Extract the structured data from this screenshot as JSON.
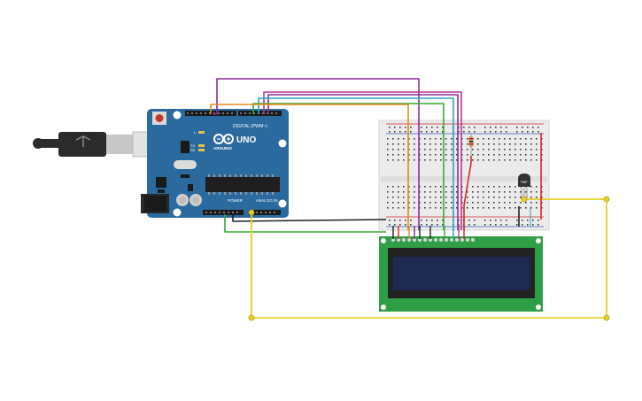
{
  "colors": {
    "background": "#ffffff",
    "arduino_board": "#2b6a9e",
    "arduino_dark": "#1f4f78",
    "breadboard": "#ebebeb",
    "breadboard_hole": "#3a3a3a",
    "rail_red": "#d9262b",
    "rail_blue": "#3a5fb8",
    "lcd_pcb": "#2e9f44",
    "lcd_frame": "#222222",
    "lcd_screen": "#1f2a52",
    "sensor": "#333333",
    "wire_purple": "#8a2a9b",
    "wire_magenta": "#b3369a",
    "wire_teal": "#2ea3b8",
    "wire_orange": "#e08a1c",
    "wire_green": "#3aaa35",
    "wire_yellow": "#e6d02a",
    "wire_black": "#222222",
    "wire_red": "#d9262b"
  },
  "arduino": {
    "logo": "ARDUINO",
    "model": "UNO",
    "digital_header": "DIGITAL (PWM~)",
    "power_label": "POWER",
    "analog_label": "ANALOG IN",
    "tx_label": "TX",
    "rx_label": "RX",
    "l_label": "L"
  },
  "sensor": {
    "label": "TMP"
  },
  "icons": {
    "usb_plug": "usb-cable-icon",
    "reset": "reset-button-icon",
    "chip": "microcontroller-icon"
  }
}
